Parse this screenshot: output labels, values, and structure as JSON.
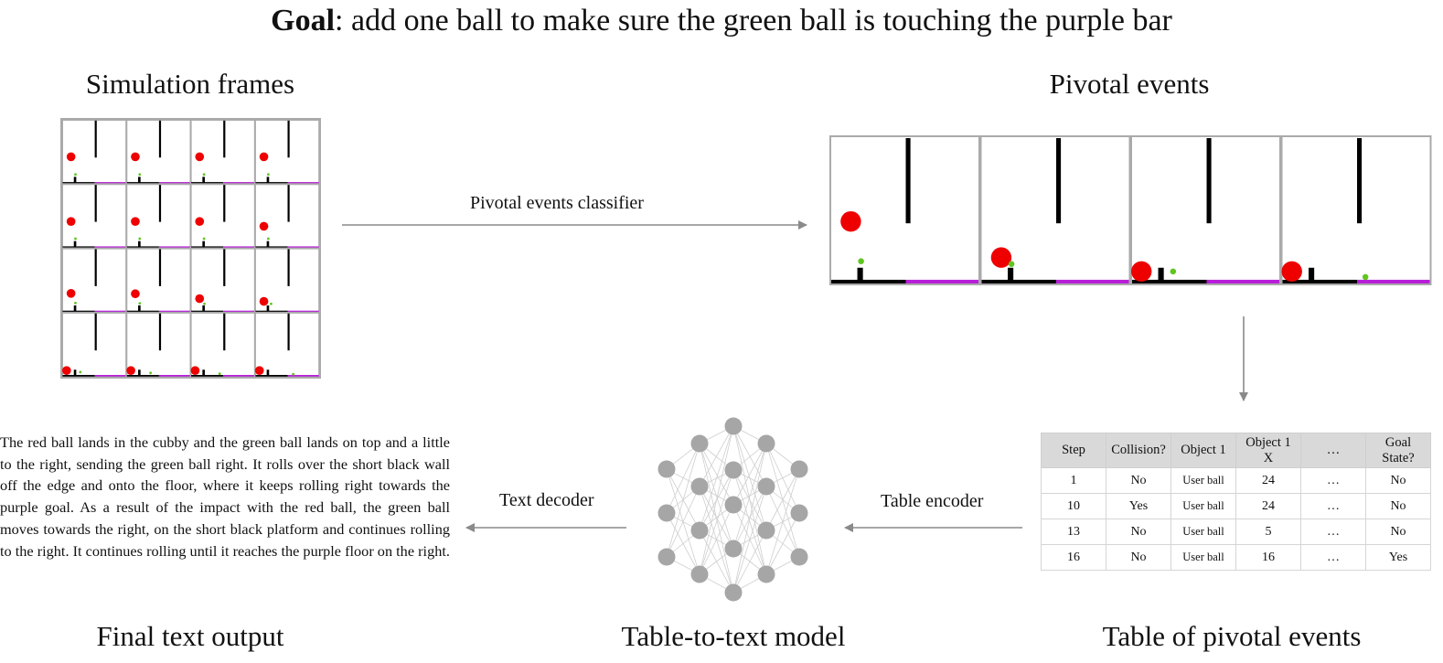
{
  "header": {
    "goal_bold": "Goal",
    "goal_text": ": add one ball to make sure the green ball is touching the purple bar"
  },
  "sections": {
    "simulation_frames": "Simulation frames",
    "pivotal_events": "Pivotal events",
    "final_text_output": "Final text output",
    "table_to_text_model": "Table-to-text model",
    "table_of_pivotal_events": "Table of pivotal events"
  },
  "arrows": {
    "classifier": "Pivotal events classifier",
    "table_encoder": "Table encoder",
    "text_decoder": "Text decoder"
  },
  "output_text": "The red ball lands in the cubby and the green ball lands on top and a little to the right, sending the green ball right. It rolls over the short black wall off the edge and onto the floor, where it keeps rolling right towards the purple goal. As a result of the impact with the red ball, the green ball moves towards the right, on the short black platform and continues rolling to the right. It continues rolling until it reaches the purple floor on the right.",
  "table": {
    "headers": [
      "Step",
      "Collision?",
      "Object 1",
      "Object 1 X",
      "…",
      "Goal State?"
    ],
    "rows": [
      [
        "1",
        "No",
        "User ball",
        "24",
        "…",
        "No"
      ],
      [
        "10",
        "Yes",
        "User ball",
        "24",
        "…",
        "No"
      ],
      [
        "13",
        "No",
        "User ball",
        "5",
        "…",
        "No"
      ],
      [
        "16",
        "No",
        "User ball",
        "16",
        "…",
        "Yes"
      ]
    ]
  },
  "colors": {
    "red_ball": "#ee0000",
    "green_ball": "#5fc51f",
    "purple_bar": "#b81ed8",
    "arrow": "#8a8a8a",
    "frame_border": "#aaaaaa",
    "nn_node": "#a6a6a6"
  }
}
